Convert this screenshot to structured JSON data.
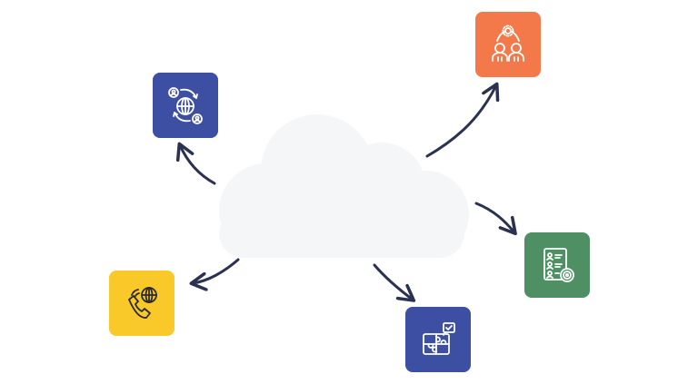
{
  "colors": {
    "cloud": "#f4f6f8",
    "arrow": "#2b3150",
    "tile_indigo": "#3c4fa3",
    "tile_orange": "#f3794a",
    "tile_yellow": "#f8c928",
    "tile_green": "#4f8f64",
    "icon_stroke_light": "#ffffff",
    "icon_stroke_dark": "#2b2b2b"
  },
  "nodes": [
    {
      "id": "global-network",
      "icon": "globe-people-exchange-icon",
      "color": "#3c4fa3"
    },
    {
      "id": "team-collaboration",
      "icon": "team-gear-icon",
      "color": "#f3794a"
    },
    {
      "id": "global-support",
      "icon": "phone-globe-icon",
      "color": "#f8c928"
    },
    {
      "id": "workflow-process",
      "icon": "puzzle-checklist-icon",
      "color": "#3c4fa3"
    },
    {
      "id": "user-checklist",
      "icon": "user-list-target-icon",
      "color": "#4f8f64"
    }
  ]
}
